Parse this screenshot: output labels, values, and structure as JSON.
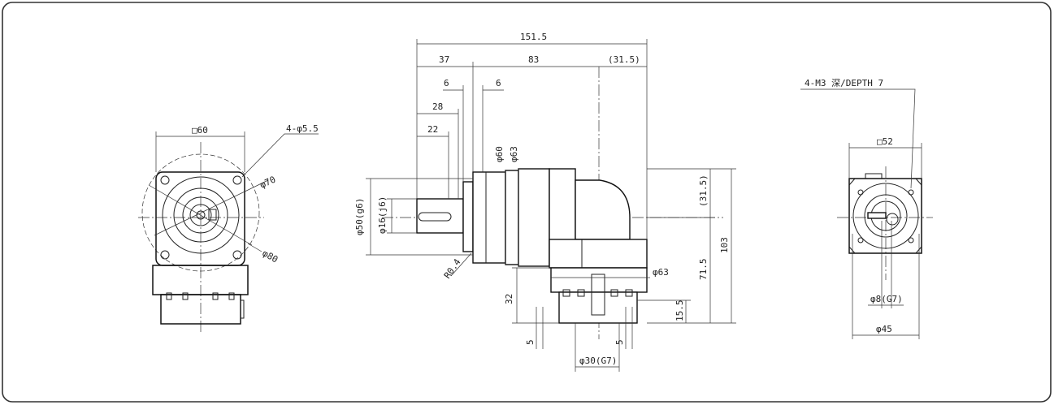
{
  "colors": {
    "line": "#222222",
    "frame": "#333333",
    "background": "#ffffff"
  },
  "front_view": {
    "square_size": "□60",
    "holes": "4-φ5.5",
    "pcd": "φ70",
    "outer": "φ80"
  },
  "side_view": {
    "overall_length": "151.5",
    "input_length": "37",
    "body_length": "83",
    "output_offset": "(31.5)",
    "flange_thk_left": "6",
    "flange_thk_right": "6",
    "shaft_28": "28",
    "shaft_22": "22",
    "shaft_dia_60": "φ60",
    "shaft_dia_63": "φ63",
    "pilot": "φ50(g6)",
    "shaft": "φ16(j6)",
    "radius": "R0.4",
    "offset_top": "(31.5)",
    "height": "103",
    "height_lower": "71.5",
    "output_flange": "φ63",
    "height_32": "32",
    "height_15_5": "15.5",
    "left_5": "5",
    "right_5": "5",
    "bore": "φ30(G7)"
  },
  "rear_view": {
    "tapped_holes": "4-M3 深/DEPTH 7",
    "square_size": "□52",
    "bore": "φ8(G7)",
    "outer": "φ45"
  }
}
